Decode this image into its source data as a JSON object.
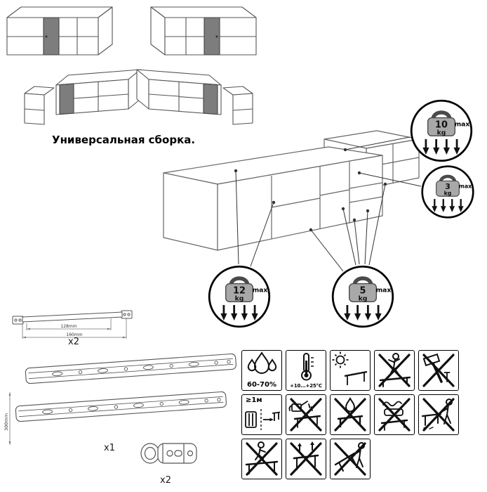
{
  "title": "Универсальная сборка.",
  "weight_limits": [
    {
      "value": "10",
      "unit": "kg",
      "qualifier": "max"
    },
    {
      "value": "3",
      "unit": "kg",
      "qualifier": "max"
    },
    {
      "value": "12",
      "unit": "kg",
      "qualifier": "max"
    },
    {
      "value": "5",
      "unit": "kg",
      "qualifier": "max"
    }
  ],
  "hardware": {
    "rail": {
      "quantity": "x2",
      "dim_inner": "128mm",
      "dim_outer": "160mm"
    },
    "slides": {
      "quantity": "x1",
      "length": "300mm"
    },
    "hinge": {
      "quantity": "x2"
    }
  },
  "care": {
    "humidity_label": "60-70%",
    "temperature_label": "+10...+25°C",
    "heat_distance_label": "≥1м",
    "icons": [
      "humidity",
      "temperature",
      "sunlight-table",
      "no-jumping-on-furniture",
      "no-hammering",
      "heat-source-distance",
      "no-pouring-liquids",
      "no-liquid-drops",
      "no-wet-cloth",
      "no-dragging",
      "no-standing-on-table",
      "no-lifting-by-top",
      "no-moving-tilted"
    ]
  }
}
